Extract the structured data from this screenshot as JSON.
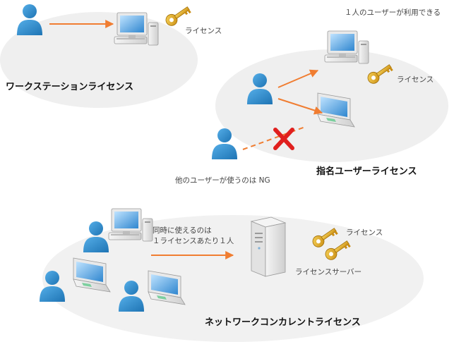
{
  "colors": {
    "person": "#2c89c9",
    "arrow": "#f07d31",
    "cross": "#e0201f",
    "key": "#e6ad1c",
    "ellipse": "#eeeeee"
  },
  "workstation": {
    "title": "ワークステーションライセンス",
    "key_label": "ライセンス"
  },
  "named_user": {
    "title": "指名ユーザーライセンス",
    "note": "１人のユーザーが利用できる",
    "key_label": "ライセンス",
    "ng_label": "他のユーザーが使うのは NG"
  },
  "concurrent": {
    "title": "ネットワークコンカレントライセンス",
    "arrow_label_line1": "同時に使えるのは",
    "arrow_label_line2": "１ライセンスあたり１人",
    "key_label": "ライセンス",
    "server_label": "ライセンスサーバー"
  },
  "icons": [
    "person-icon",
    "desktop-computer-icon",
    "laptop-icon",
    "license-key-icon",
    "server-icon",
    "cross-icon"
  ]
}
